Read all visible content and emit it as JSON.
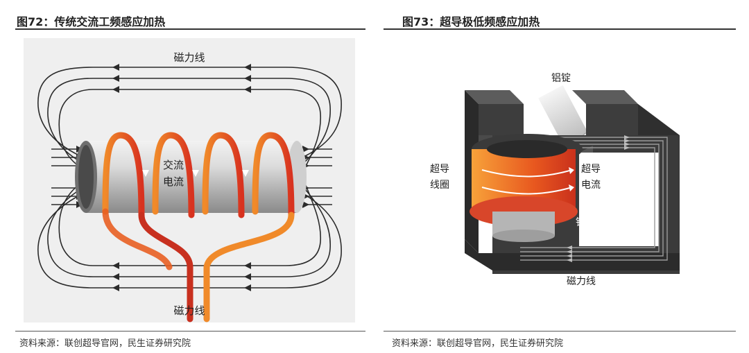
{
  "left": {
    "title": "图72：传统交流工频感应加热",
    "source": "资料来源：联创超导官网，民生证券研究院",
    "labels": {
      "field_top": "磁力线",
      "current_line1": "交流",
      "current_line2": "电流",
      "field_bottom": "磁力线"
    }
  },
  "right": {
    "title": "图73：超导极低频感应加热",
    "source": "资料来源：联创超导官网，民生证券研究院",
    "labels": {
      "ingot": "铝锭",
      "coil_line1": "超导",
      "coil_line2": "线圈",
      "current_line1": "超导",
      "current_line2": "电流",
      "core": "铁芯",
      "field": "磁力线"
    }
  },
  "colors": {
    "coil_red": "#d8321f",
    "coil_orange": "#f08a2a",
    "iron_dark": "#3d3d3d",
    "rule": "#333333"
  }
}
